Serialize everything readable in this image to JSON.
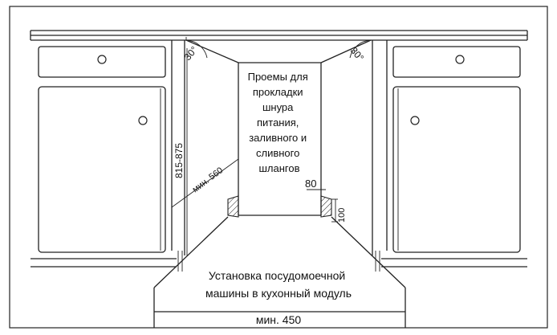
{
  "labels": {
    "angle_left": "30°",
    "angle_right": "30°",
    "height_range": "815-875",
    "min_depth": "мин. 560",
    "openings_lines": [
      "Проемы для",
      "прокладки",
      "шнура",
      "питания,",
      "заливного и",
      "сливного",
      "шлангов"
    ],
    "dim_80": "80",
    "dim_100": "100",
    "caption_lines": [
      "Установка посудомоечной",
      "машины в кухонный модуль"
    ],
    "min_width": "мин. 450"
  }
}
